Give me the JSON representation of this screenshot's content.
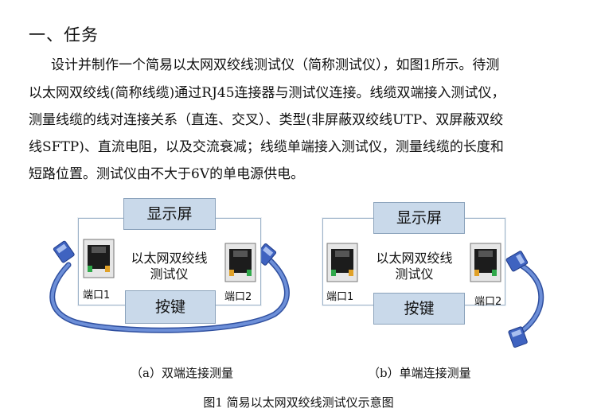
{
  "section": {
    "heading": "一、任务"
  },
  "paragraph": {
    "lines": [
      "设计并制作一个简易以太网双绞线测试仪（简称测试仪），如图1所示。待测",
      "以太网双绞线(简称线缆)通过RJ45连接器与测试仪连接。线缆双端接入测试仪，",
      "测量线缆的线对连接关系（直连、交叉）、类型(非屏蔽双绞线UTP、双屏蔽双绞",
      "线SFTP)、直流电阻，以及交流衰减；线缆单端接入测试仪，测量线缆的长度和",
      "短路位置。测试仪由不大于6V的单电源供电。"
    ]
  },
  "figure": {
    "title": "图1  简易以太网双绞线测试仪示意图",
    "panels": [
      {
        "display": "显示屏",
        "device_name": "以太网双绞线\n测试仪",
        "button": "按键",
        "port1": "端口1",
        "port2": "端口2",
        "caption": "（a）双端连接测量"
      },
      {
        "display": "显示屏",
        "device_name": "以太网双绞线\n测试仪",
        "button": "按键",
        "port1": "端口1",
        "port2": "端口2",
        "caption": "（b）单端连接测量"
      }
    ]
  },
  "colors": {
    "box_fill": "#c9d9ea",
    "box_border": "#8aa2bb",
    "cable": "#5578c8",
    "cable_dark": "#2f4f9f"
  }
}
